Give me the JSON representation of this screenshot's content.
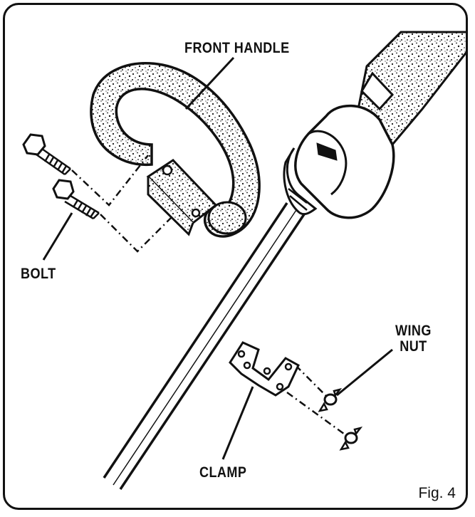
{
  "labels": {
    "front_handle": "FRONT HANDLE",
    "bolt": "BOLT",
    "wing_nut_line1": "WING",
    "wing_nut_line2": "NUT",
    "clamp": "CLAMP"
  },
  "caption": "Fig. 4",
  "colors": {
    "ink": "#111111",
    "paper": "#ffffff"
  }
}
